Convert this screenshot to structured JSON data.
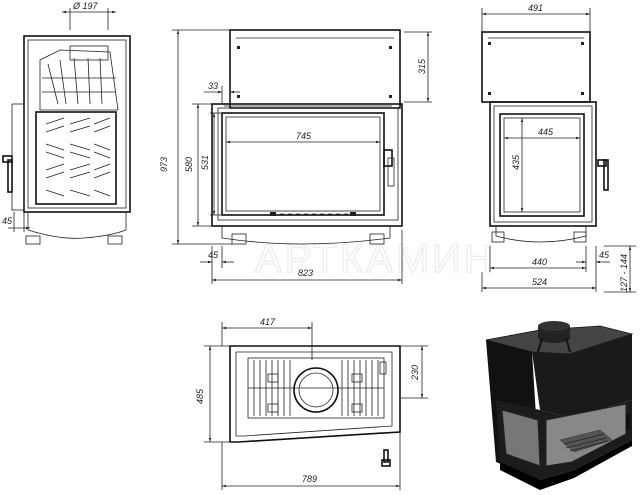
{
  "watermark": "АРТКАМИН",
  "dims": {
    "flue_diameter": "Ø 197",
    "side_offset": "45",
    "front_top": "33",
    "front_inner_width": "745",
    "front_height_total": "973",
    "front_height_glass": "580",
    "front_height_inner": "531",
    "front_bottom_offset": "45",
    "front_width": "823",
    "right_width_top": "491",
    "right_top_height": "315",
    "right_inner_width": "445",
    "right_inner_height": "435",
    "right_bottom": "440",
    "right_small": "45",
    "right_width": "524",
    "right_range": "127 - 144",
    "top_width": "417",
    "top_depth_right": "230",
    "top_depth": "485",
    "top_width_total": "789"
  }
}
